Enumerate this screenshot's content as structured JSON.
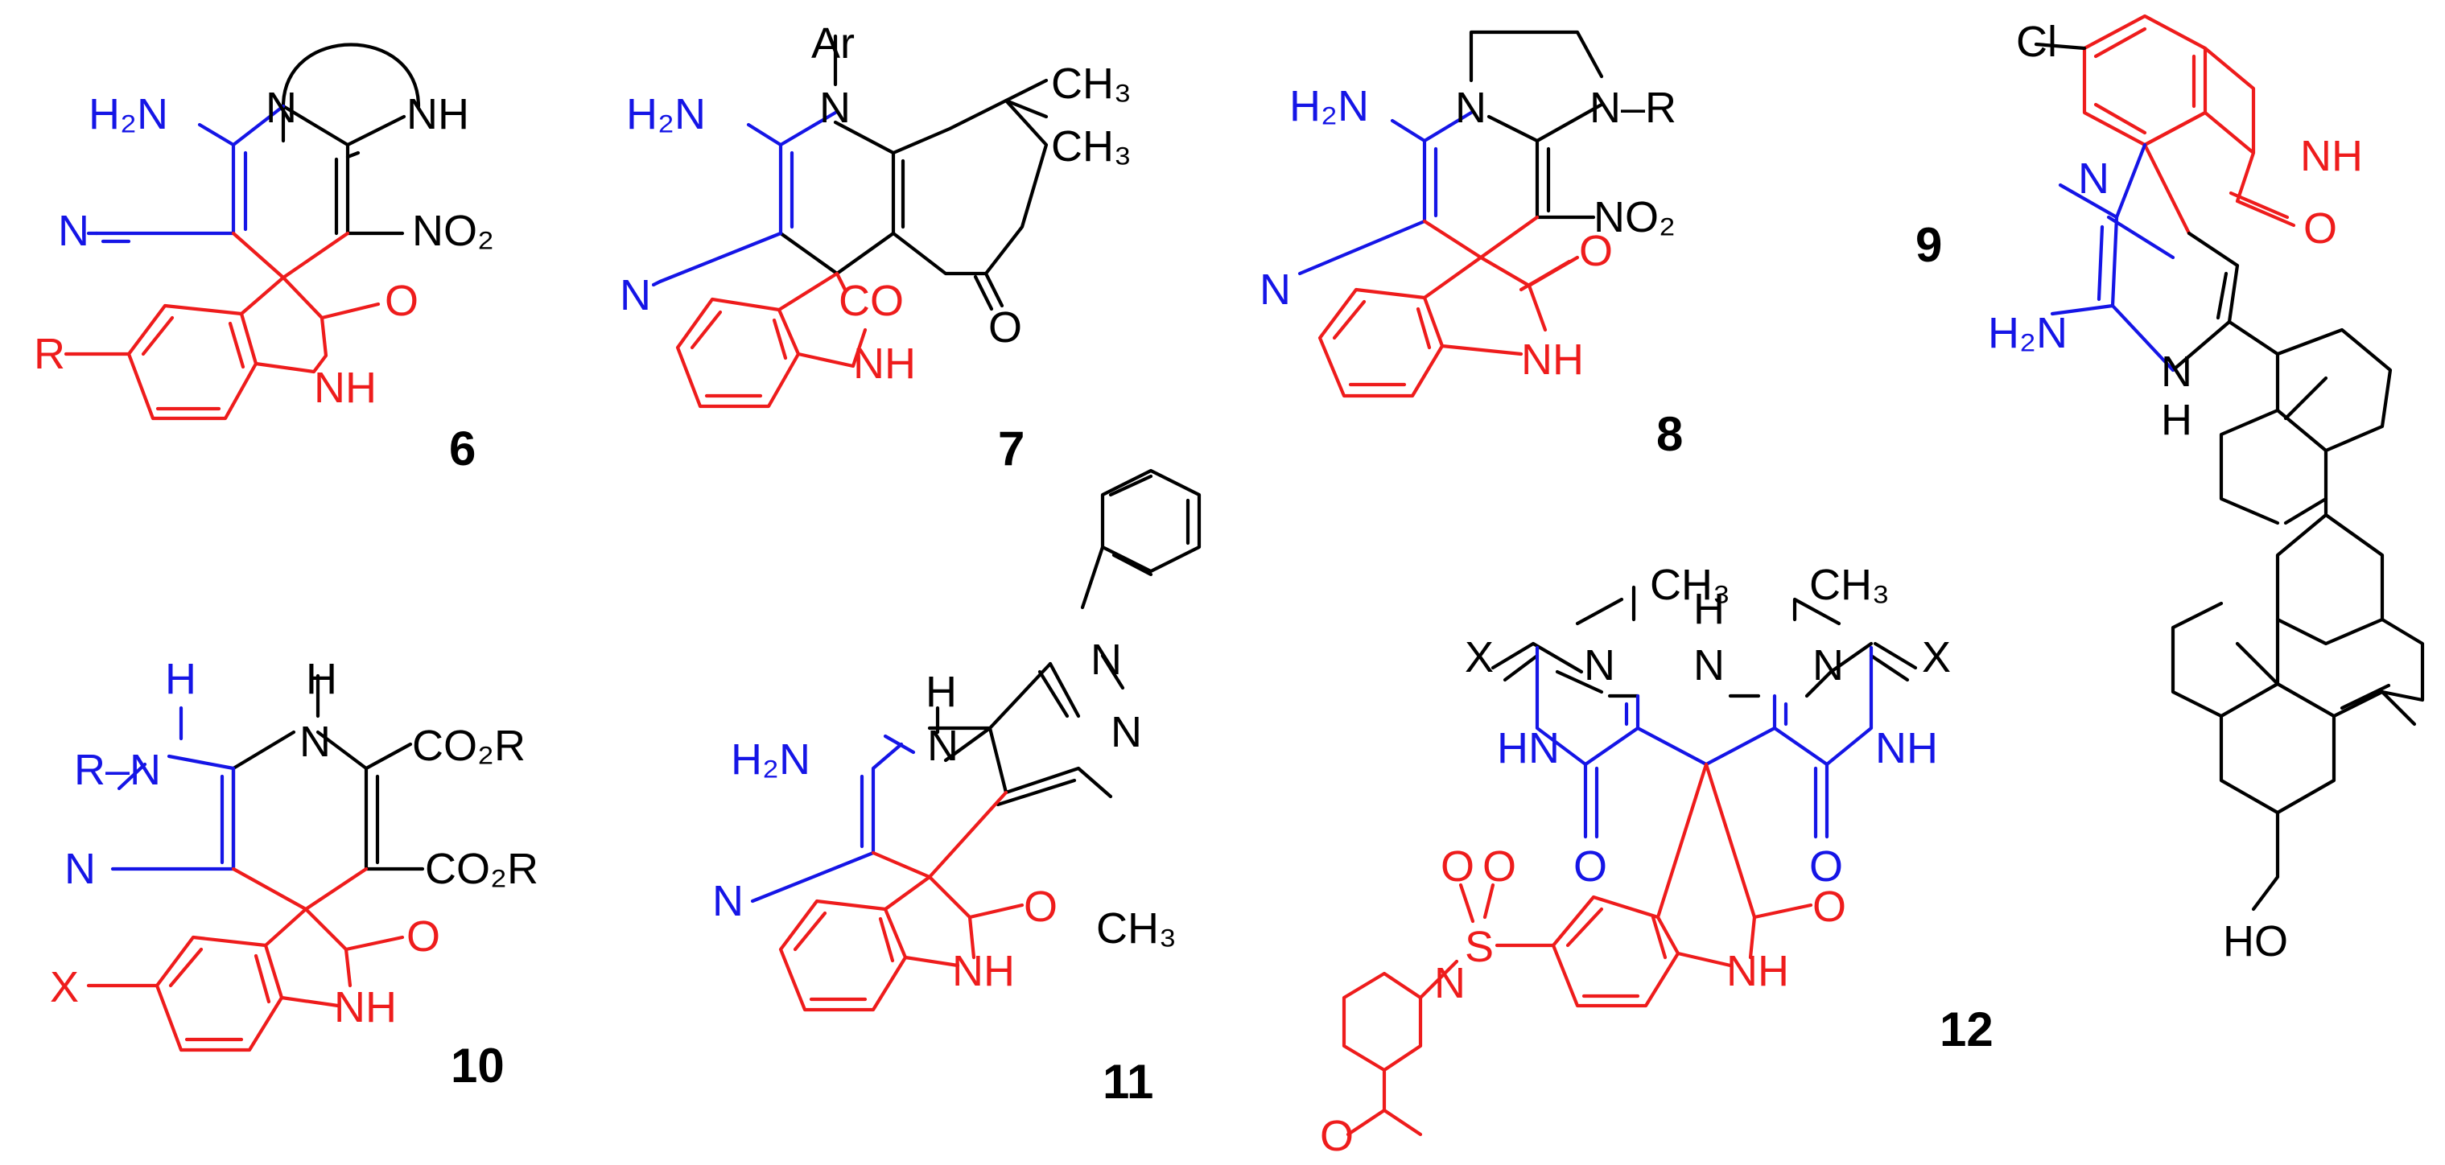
{
  "colors": {
    "core_scaffold": "#000000",
    "aminonitrile_fragment": "#1515e6",
    "oxindole_fragment": "#ee1c1c"
  },
  "compounds": {
    "c6": {
      "number": "6",
      "labels": {
        "amino": "H₂N",
        "nh": "NH",
        "n_ring": "N",
        "nitrile_n": "N",
        "nitro": "NO₂",
        "carbonyl_o": "O",
        "lactam_nh": "NH",
        "substituent": "R"
      }
    },
    "c7": {
      "number": "7",
      "labels": {
        "aryl": "Ar",
        "n_ring": "N",
        "amino": "H₂N",
        "methyl_1": "CH₃",
        "methyl_2": "CH₃",
        "nitrile_n": "N",
        "lactam_co": "CO",
        "lactam_nh": "NH",
        "ketone_o": "O"
      }
    },
    "c8": {
      "number": "8",
      "labels": {
        "amino": "H₂N",
        "n_ring": "N",
        "n_r": "N–R",
        "nitro": "NO₂",
        "nitrile_n": "N",
        "carbonyl_o": "O",
        "lactam_nh": "NH"
      }
    },
    "c9": {
      "number": "9",
      "labels": {
        "chloro": "Cl",
        "nitrile_n": "N",
        "lactam_nh": "NH",
        "carbonyl_o": "O",
        "amino": "H₂N",
        "ring_n": "N",
        "ring_h": "H",
        "hydroxyl": "HO"
      }
    },
    "c10": {
      "number": "10",
      "labels": {
        "ring_h": "H",
        "amine_h": "H",
        "r_nh": "R–N",
        "ring_n": "N",
        "ester_1": "CO₂R",
        "ester_2": "CO₂R",
        "nitrile_n": "N",
        "carbonyl_o": "O",
        "lactam_nh": "NH",
        "substituent": "X"
      }
    },
    "c11": {
      "number": "11",
      "labels": {
        "ring_h": "H",
        "amino": "H₂N",
        "ring_n": "N",
        "pyrazole_n1": "N",
        "pyrazole_n2": "N",
        "nitrile_n": "N",
        "methyl": "CH₃",
        "carbonyl_o": "O",
        "lactam_nh": "NH"
      }
    },
    "c12": {
      "number": "12",
      "labels": {
        "methyl_1": "CH₃",
        "methyl_2": "CH₃",
        "center_h": "H",
        "center_n": "N",
        "n_left": "N",
        "n_right": "N",
        "x_left": "X",
        "x_right": "X",
        "hn_left": "HN",
        "nh_right": "NH",
        "o_left": "O",
        "o_right": "O",
        "sulfonyl_o1": "O",
        "sulfonyl_o2": "O",
        "sulfur": "S",
        "morpholine_n": "N",
        "morpholine_o": "O",
        "carbonyl_o": "O",
        "lactam_nh": "NH"
      }
    }
  }
}
